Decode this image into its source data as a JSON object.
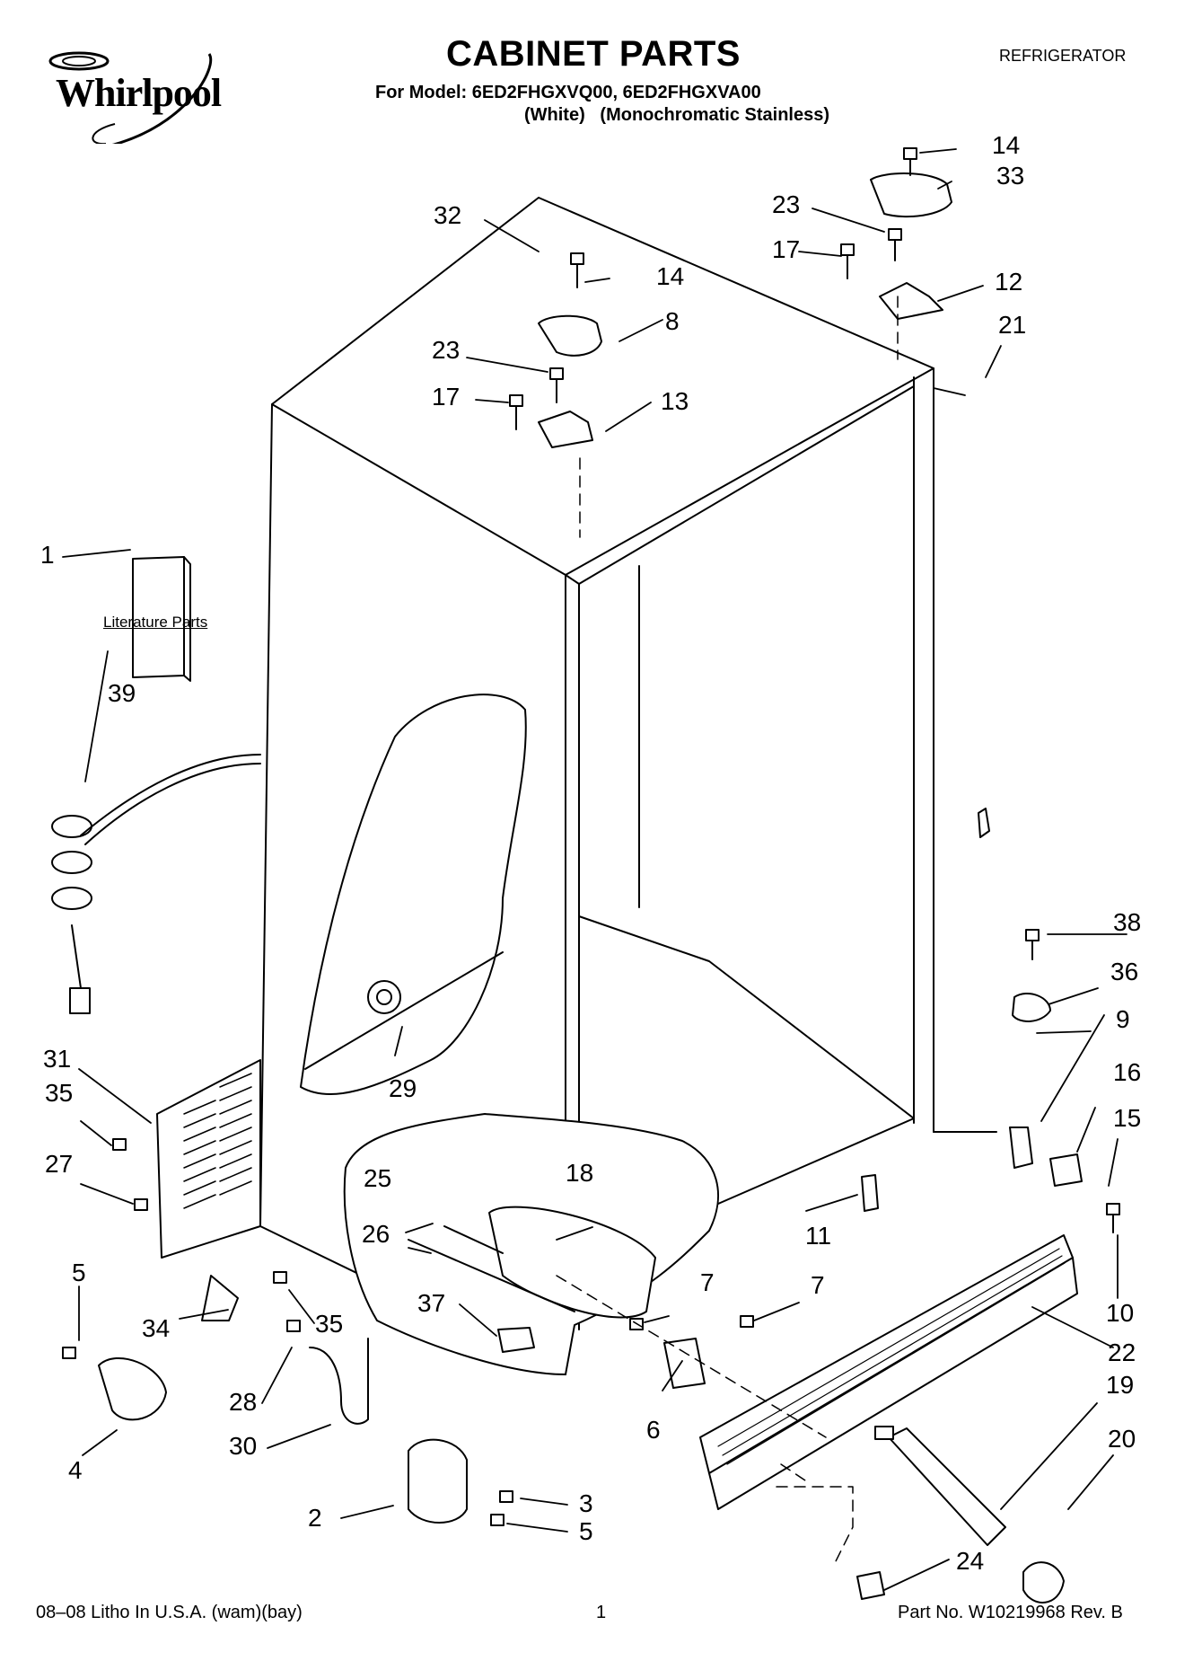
{
  "header": {
    "brand": "Whirlpool",
    "title": "CABINET PARTS",
    "category": "REFRIGERATOR",
    "model_line": "For Model: 6ED2FHGXVQ00, 6ED2FHGXVA00",
    "variant_line": "(White)   (Monochromatic Stainless)"
  },
  "literature_label": "Literature Parts",
  "footer": {
    "left": "08–08 Litho In U.S.A. (wam)(bay)",
    "page": "1",
    "right": "Part No. W10219968 Rev. B"
  },
  "callouts": {
    "c1": "1",
    "c2": "2",
    "c3": "3",
    "c4": "4",
    "c5a": "5",
    "c5b": "5",
    "c6": "6",
    "c7a": "7",
    "c7b": "7",
    "c8": "8",
    "c9": "9",
    "c10": "10",
    "c11": "11",
    "c12": "12",
    "c13": "13",
    "c14a": "14",
    "c14b": "14",
    "c15": "15",
    "c16": "16",
    "c17a": "17",
    "c17b": "17",
    "c18": "18",
    "c19": "19",
    "c20": "20",
    "c21": "21",
    "c22": "22",
    "c23a": "23",
    "c23b": "23",
    "c24": "24",
    "c25": "25",
    "c26": "26",
    "c27": "27",
    "c28": "28",
    "c29": "29",
    "c30": "30",
    "c31": "31",
    "c32": "32",
    "c33": "33",
    "c34": "34",
    "c35a": "35",
    "c35b": "35",
    "c36": "36",
    "c37": "37",
    "c38": "38",
    "c39": "39"
  }
}
